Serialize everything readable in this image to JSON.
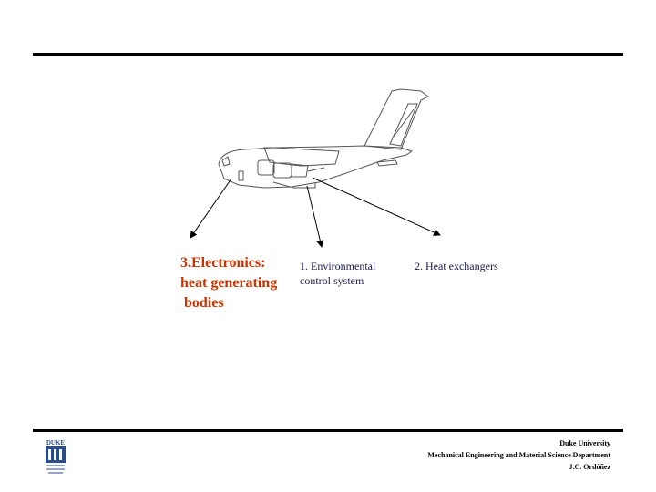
{
  "callouts": {
    "electronics": "3.Electronics:\nheat generating\n bodies",
    "environmental": "1. Environmental\ncontrol system",
    "heat_exchangers": "2. Heat exchangers"
  },
  "footer": {
    "university": "Duke University",
    "department": "Mechanical Engineering and Material Science Department",
    "author": "J.C. Ordóñez"
  },
  "logo": {
    "wordmark": "DUKE"
  },
  "colors": {
    "highlight": "#cc3300",
    "logo_blue": "#2b4c8c"
  }
}
